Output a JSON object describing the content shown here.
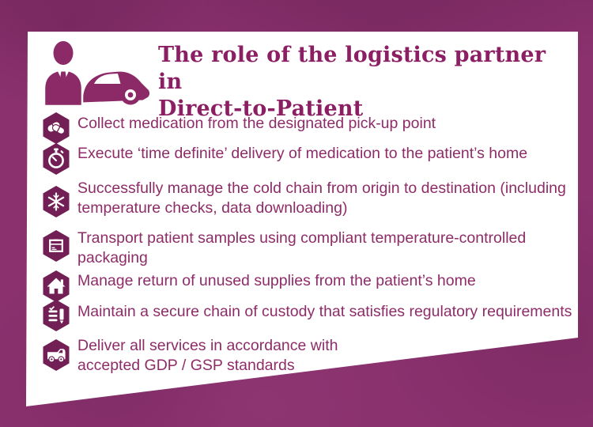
{
  "page": {
    "background_color": "#8a316e"
  },
  "card": {
    "background_color": "#ffffff"
  },
  "header": {
    "icon": "businessman-with-car-icon",
    "title_line1": "The role of the logistics partner in",
    "title_line2": "Direct-to-Patient",
    "title_color": "#8c1f63"
  },
  "list": {
    "text_color": "#8e2c68",
    "hexagon_color": "#711f55",
    "items": [
      {
        "icon": "pills-icon",
        "text": "Collect medication from the designated pick-up point"
      },
      {
        "icon": "stopwatch-icon",
        "text": "Execute ‘time definite’ delivery of medication to the patient’s home"
      },
      {
        "icon": "snowflake-icon",
        "text": "Successfully manage the cold chain from origin to destination (including\ntemperature checks, data downloading)"
      },
      {
        "icon": "package-icon",
        "text": "Transport patient samples using compliant temperature-controlled\npackaging"
      },
      {
        "icon": "house-icon",
        "text": "Manage return of unused supplies from the patient’s home"
      },
      {
        "icon": "checklist-pen-icon",
        "text": "Maintain a secure chain of custody that satisfies regulatory requirements"
      },
      {
        "icon": "delivery-van-icon",
        "text": "Deliver all services in accordance with\naccepted GDP / GSP standards"
      }
    ]
  }
}
